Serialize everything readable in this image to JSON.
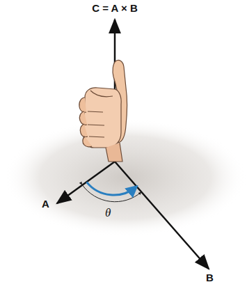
{
  "diagram": {
    "labels": [
      "C = A × B",
      "A",
      "B",
      "θ"
    ]
  }
}
